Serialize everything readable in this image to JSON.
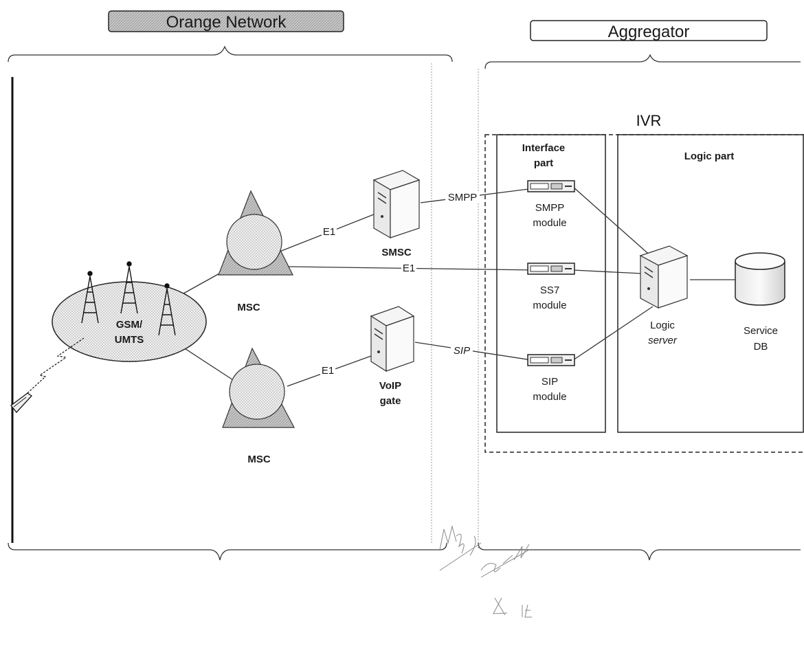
{
  "groups": {
    "orange_network": "Orange Network",
    "aggregator": "Aggregator",
    "ivr": "IVR",
    "interface_part": [
      "Interface",
      "part"
    ],
    "logic_part": "Logic part"
  },
  "nodes": {
    "gsm_umts": [
      "GSM/",
      "UMTS"
    ],
    "msc_top": "MSC",
    "msc_bottom": "MSC",
    "smsc": "SMSC",
    "voip_gate": [
      "VoIP",
      "gate"
    ],
    "smpp_module": [
      "SMPP",
      "module"
    ],
    "ss7_module": [
      "SS7",
      "module"
    ],
    "sip_module": [
      "SIP",
      "module"
    ],
    "logic_server": [
      "Logic",
      "server"
    ],
    "service_db": [
      "Service",
      "DB"
    ]
  },
  "links": {
    "e1_msc_smsc": "E1",
    "e1_msc_ss7": "E1",
    "e1_msc_voip": "E1",
    "smpp": "SMPP",
    "sip": "SIP"
  },
  "handwriting": {
    "initials_1": "MBS",
    "initials_2": "CON",
    "initials_3": "NE"
  },
  "colors": {
    "orange_header_fill": "#c9c9c9",
    "line": "#333333",
    "msc_triangle": "#8c8c8c"
  }
}
